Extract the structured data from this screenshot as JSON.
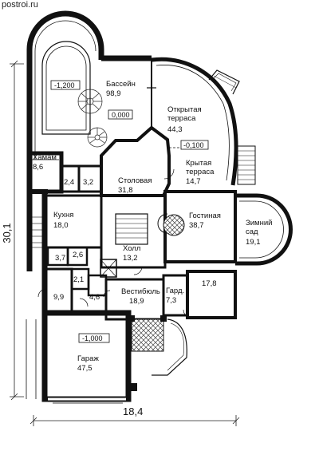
{
  "site": "postroi.ru",
  "dims": {
    "depth": "30,1",
    "width": "18,4"
  },
  "levels": {
    "pool": "-1,200",
    "pool_hall": "0,000",
    "terrace": "-0,100",
    "garage": "-1,000"
  },
  "rooms": {
    "pool": {
      "name": "Бассейн",
      "area": "98,9"
    },
    "open_terrace": {
      "name": "Открытая терраса",
      "area": "44,3"
    },
    "hamam": {
      "name": "Хамам",
      "area": "8,6"
    },
    "small_a": {
      "area": "2,4"
    },
    "small_b": {
      "area": "3,2"
    },
    "dining": {
      "name": "Столовая",
      "area": "31,8"
    },
    "covered_terrace": {
      "name": "Крытая терраса",
      "area": "14,7"
    },
    "kitchen": {
      "name": "Кухня",
      "area": "18,0"
    },
    "living": {
      "name": "Гостиная",
      "area": "38,7"
    },
    "winter_garden": {
      "name": "Зимний сад",
      "area": "19,1"
    },
    "s37": {
      "area": "3,7"
    },
    "s26": {
      "area": "2,6"
    },
    "hall": {
      "name": "Холл",
      "area": "13,2"
    },
    "s21": {
      "area": "2,1"
    },
    "s99": {
      "area": "9,9"
    },
    "s46": {
      "area": "4,6"
    },
    "vestibule": {
      "name": "Вестибюль",
      "area": "18,9"
    },
    "wardrobe": {
      "name": "Гард.",
      "area": "7,3"
    },
    "r178": {
      "area": "17,8"
    },
    "garage": {
      "name": "Гараж",
      "area": "47,5"
    }
  }
}
